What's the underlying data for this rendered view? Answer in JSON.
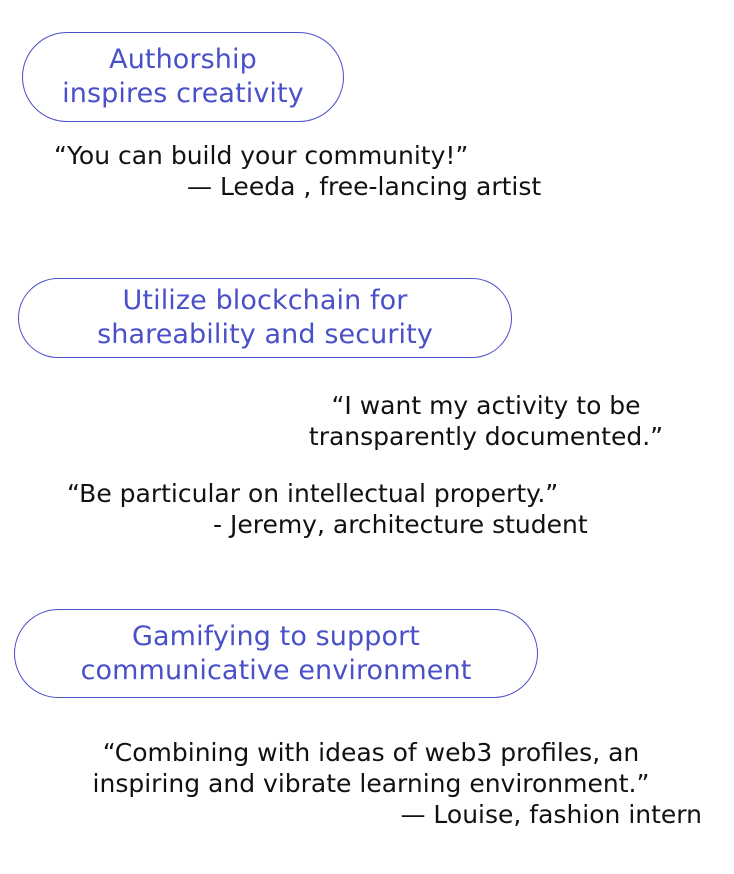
{
  "sections": [
    {
      "heading": [
        "Authorship",
        "inspires creativity"
      ],
      "quote": "“You can build your community!”",
      "attribution": "— Leeda , free-lancing artist"
    },
    {
      "heading": [
        "Utilize blockchain for",
        "shareability and security"
      ],
      "quote_lines": [
        "“I want my activity to be",
        "transparently documented.”"
      ]
    },
    {
      "quote": "“Be particular on intellectual property.”",
      "attribution": "- Jeremy, architecture student"
    },
    {
      "heading": [
        "Gamifying to support",
        "communicative environment"
      ],
      "quote_lines": [
        "“Combining with ideas of web3 profiles, an",
        "inspiring and vibrate learning environment.”"
      ],
      "attribution": "— Louise, fashion intern"
    }
  ],
  "colors": {
    "accent": "#4a50c8",
    "text": "#111111",
    "background": "#ffffff"
  }
}
